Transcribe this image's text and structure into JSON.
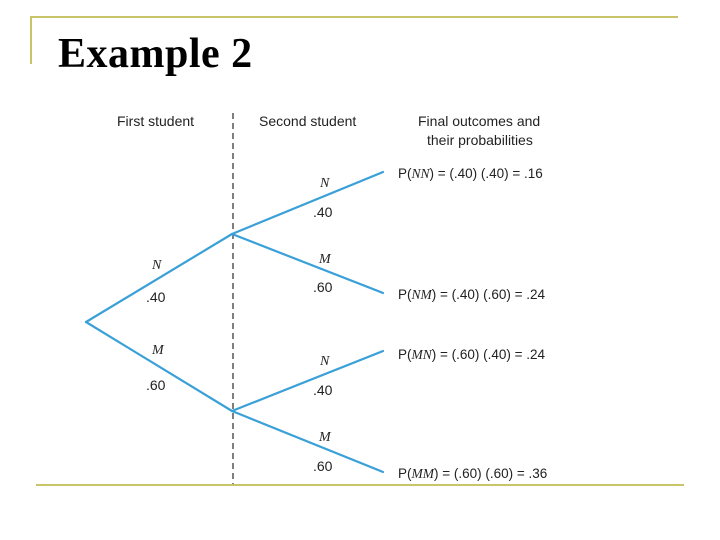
{
  "slide": {
    "title": "Example 2"
  },
  "colors": {
    "frame": "#c9c36a",
    "branch": "#3aa0d8",
    "divider": "#555555"
  },
  "headers": {
    "first": "First student",
    "second": "Second student",
    "final_line1": "Final outcomes and",
    "final_line2": "their probabilities"
  },
  "first_level": {
    "upper_label": "N",
    "upper_prob": ".40",
    "lower_label": "M",
    "lower_prob": ".60"
  },
  "second_level": {
    "top_upper_label": "N",
    "top_upper_prob": ".40",
    "top_lower_label": "M",
    "top_lower_prob": ".60",
    "bottom_upper_label": "N",
    "bottom_upper_prob": ".40",
    "bottom_lower_label": "M",
    "bottom_lower_prob": ".60"
  },
  "outcomes": [
    {
      "p": "P(",
      "event": "NN",
      "expr": ") = (.40) (.40) = .16"
    },
    {
      "p": "P(",
      "event": "NM",
      "expr": ") = (.40) (.60) = .24"
    },
    {
      "p": "P(",
      "event": "MN",
      "expr": ") = (.60) (.40) = .24"
    },
    {
      "p": "P(",
      "event": "MM",
      "expr": ") = (.60) (.60) = .36"
    }
  ]
}
